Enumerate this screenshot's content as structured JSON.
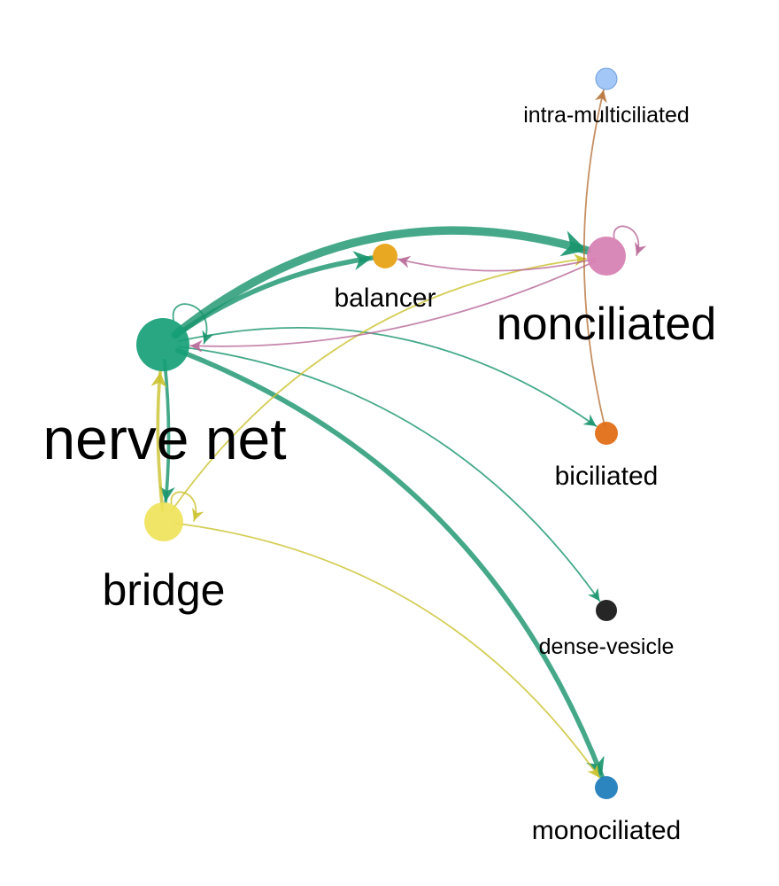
{
  "colors": {
    "nerve net": "#16a077",
    "balancer": "#e6a10f",
    "noncilated_unused": "",
    "nonciliated": "#d67fb1",
    "intra-multiciliated": "#9ec4f7",
    "biciliated": "#e06a10",
    "dense-vesicle": "#141414",
    "monociliated": "#1a7bba",
    "bridge": "#efe35a",
    "edge_nervenet": "#16946c",
    "edge_bridge": "#cbc22e",
    "edge_nonciliated": "#b86a98",
    "edge_biciliated": "#b8743c"
  },
  "nodes": [
    {
      "id": "nerve net",
      "label": "nerve net",
      "size_rank": 1
    },
    {
      "id": "nonciliated",
      "label": "nonciliated",
      "size_rank": 2
    },
    {
      "id": "bridge",
      "label": "bridge",
      "size_rank": 3
    },
    {
      "id": "balancer",
      "label": "balancer",
      "size_rank": 4
    },
    {
      "id": "biciliated",
      "label": "biciliated",
      "size_rank": 5
    },
    {
      "id": "intra-multiciliated",
      "label": "intra-multiciliated",
      "size_rank": 5
    },
    {
      "id": "dense-vesicle",
      "label": "dense-vesicle",
      "size_rank": 5
    },
    {
      "id": "monociliated",
      "label": "monociliated",
      "size_rank": 5
    }
  ],
  "edges": [
    {
      "source": "nerve net",
      "target": "nonciliated",
      "weight": 5
    },
    {
      "source": "nerve net",
      "target": "balancer",
      "weight": 3
    },
    {
      "source": "nerve net",
      "target": "monociliated",
      "weight": 3
    },
    {
      "source": "nerve net",
      "target": "bridge",
      "weight": 2
    },
    {
      "source": "nerve net",
      "target": "biciliated",
      "weight": 1
    },
    {
      "source": "nerve net",
      "target": "dense-vesicle",
      "weight": 1
    },
    {
      "source": "nerve net",
      "target": "nerve net",
      "weight": 1
    },
    {
      "source": "bridge",
      "target": "nerve net",
      "weight": 2
    },
    {
      "source": "bridge",
      "target": "nonciliated",
      "weight": 1
    },
    {
      "source": "bridge",
      "target": "monociliated",
      "weight": 1
    },
    {
      "source": "bridge",
      "target": "bridge",
      "weight": 1
    },
    {
      "source": "nonciliated",
      "target": "balancer",
      "weight": 1
    },
    {
      "source": "nonciliated",
      "target": "nerve net",
      "weight": 1
    },
    {
      "source": "nonciliated",
      "target": "nonciliated",
      "weight": 1
    },
    {
      "source": "biciliated",
      "target": "intra-multiciliated",
      "weight": 1
    }
  ]
}
